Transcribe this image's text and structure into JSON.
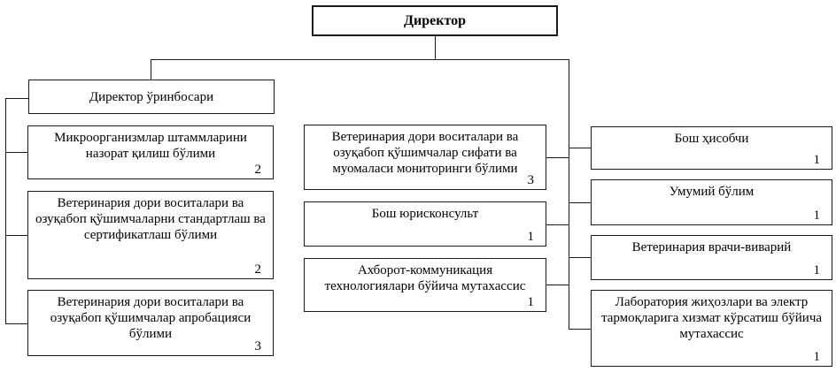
{
  "org": {
    "director": {
      "label": "Директор"
    },
    "deputy": {
      "label": "Директор ўринбосари"
    },
    "left_units": [
      {
        "label": "Микроорганизмлар штаммларини назорат қилиш бўлими",
        "count": "2"
      },
      {
        "label": "Ветеринария дори воситалари ва озуқабоп қўшимчаларни стандартлаш ва сертификатлаш бўлими",
        "count": "2"
      },
      {
        "label": "Ветеринария дори воситалари ва озуқабоп қўшимчалар апробацияси бўлими",
        "count": "3"
      }
    ],
    "middle_units": [
      {
        "label": "Ветеринария дори воситалари ва озуқабоп қўшимчалар сифати ва муомаласи мониторинги бўлими",
        "count": "3"
      },
      {
        "label": "Бош юрисконсульт",
        "count": "1"
      },
      {
        "label": "Ахборот-коммуникация технологиялари бўйича мутахассис",
        "count": "1"
      }
    ],
    "right_units": [
      {
        "label": "Бош ҳисобчи",
        "count": "1"
      },
      {
        "label": "Умумий бўлим",
        "count": "1"
      },
      {
        "label": "Ветеринария врачи-виварий",
        "count": "1"
      },
      {
        "label": "Лаборатория жиҳозлари ва электр тармоқларига хизмат кўрсатиш бўйича мутахассис",
        "count": "1"
      }
    ],
    "colors": {
      "line": "#1a1a1a",
      "background": "#ffffff",
      "text": "#000000"
    }
  }
}
